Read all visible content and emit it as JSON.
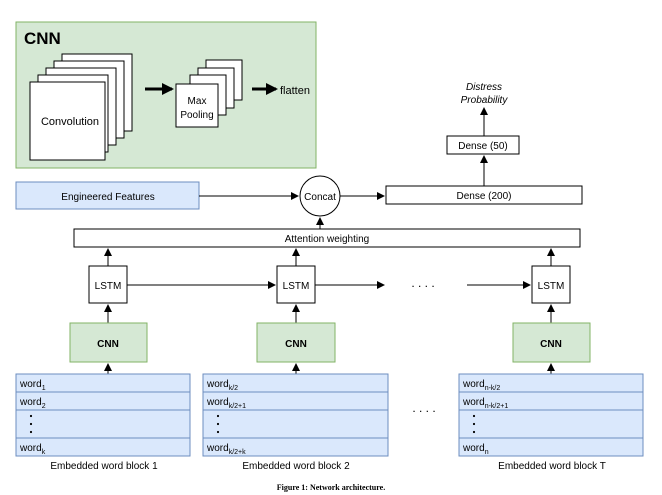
{
  "cnn_panel": {
    "title": "CNN",
    "convolution": "Convolution",
    "max_pooling_line1": "Max",
    "max_pooling_line2": "Pooling",
    "flatten": "flatten"
  },
  "output": {
    "label_line1": "Distress",
    "label_line2": "Probability",
    "dense50": "Dense (50)",
    "dense200": "Dense (200)",
    "concat": "Concat"
  },
  "engineered_features": "Engineered Features",
  "attention": "Attention weighting",
  "lstm_label": "LSTM",
  "cnn_label": "CNN",
  "ellipsis": ". . . .",
  "blocks": [
    {
      "rows": [
        {
          "base": "word",
          "sub": "1"
        },
        {
          "base": "word",
          "sub": "2"
        },
        {
          "base": "word",
          "sub": "k"
        }
      ],
      "caption": "Embedded word block 1"
    },
    {
      "rows": [
        {
          "base": "word",
          "sub": "k/2"
        },
        {
          "base": "word",
          "sub": "k/2+1"
        },
        {
          "base": "word",
          "sub": "k/2+k"
        }
      ],
      "caption": "Embedded word block 2"
    },
    {
      "rows": [
        {
          "base": "word",
          "sub": "n-k/2"
        },
        {
          "base": "word",
          "sub": "n-k/2+1"
        },
        {
          "base": "word",
          "sub": "n"
        }
      ],
      "caption": "Embedded word block T"
    }
  ],
  "figure_caption": "Figure 1: Network architecture.",
  "colors": {
    "cnn_panel_fill": "#d5e8d4",
    "cnn_panel_stroke": "#82b366",
    "blue_fill": "#dae8fc",
    "blue_stroke": "#6c8ebf"
  }
}
